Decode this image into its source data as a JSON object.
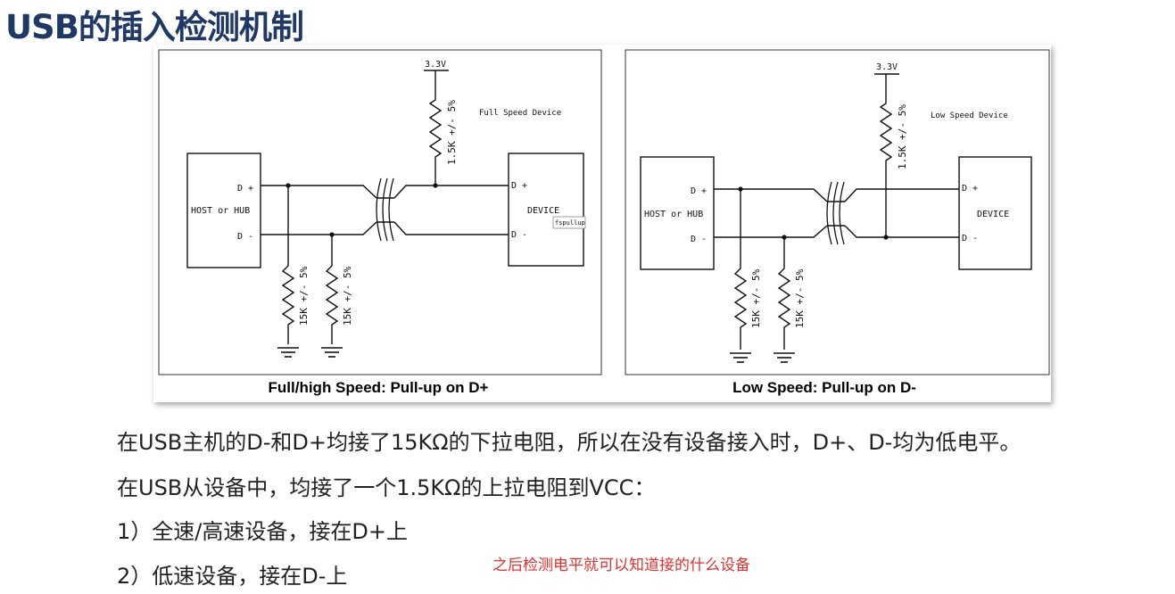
{
  "page": {
    "title": "USB的插入检测机制"
  },
  "figure": {
    "full": {
      "vcc": "3.3V",
      "device_type": "Full Speed Device",
      "host_label": "HOST or HUB",
      "device_label": "DEVICE",
      "dplus_host": "D +",
      "dminus_host": "D -",
      "dplus_dev": "D +",
      "dminus_dev": "D -",
      "pullup_res": "1.5K +/- 5%",
      "pulldown_res_1": "15K +/- 5%",
      "pulldown_res_2": "15K +/- 5%",
      "tooltip": "fspullup",
      "caption": "Full/high Speed: Pull-up on D+"
    },
    "low": {
      "vcc": "3.3V",
      "device_type": "Low Speed Device",
      "host_label": "HOST or HUB",
      "device_label": "DEVICE",
      "dplus_host": "D +",
      "dminus_host": "D -",
      "dplus_dev": "D +",
      "dminus_dev": "D -",
      "pullup_res": "1.5K +/- 5%",
      "pulldown_res_1": "15K +/- 5%",
      "pulldown_res_2": "15K +/- 5%",
      "caption": "Low Speed: Pull-up on D-"
    }
  },
  "body": {
    "line1": "在USB主机的D-和D+均接了15KΩ的下拉电阻，所以在没有设备接入时，D+、D-均为低电平。",
    "line2": "在USB从设备中，均接了一个1.5KΩ的上拉电阻到VCC：",
    "line3": "1）全速/高速设备，接在D+上",
    "line4": "2）低速设备，接在D-上",
    "note": "之后检测电平就可以知道接的什么设备"
  }
}
